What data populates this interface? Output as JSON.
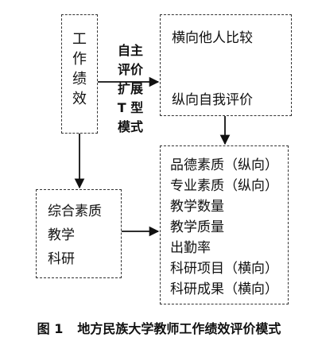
{
  "box_performance": {
    "chars": [
      "工",
      "作",
      "绩",
      "效"
    ]
  },
  "center_label": {
    "lines": [
      "自主",
      "评价",
      "扩展",
      "T 型",
      "模式"
    ]
  },
  "box_comparison": {
    "line1": "横向他人比较",
    "line2": "纵向自我评价"
  },
  "box_quality": {
    "line1": "综合素质",
    "line2": "教学",
    "line3": "科研"
  },
  "box_items": {
    "items": [
      "品德素质（纵向）",
      "专业素质（纵向）",
      "教学数量",
      "教学质量",
      "出勤率",
      "科研项目（横向）",
      "科研成果（横向）"
    ]
  },
  "caption": {
    "figure": "图 1",
    "title": "地方民族大学教师工作绩效评价模式"
  }
}
